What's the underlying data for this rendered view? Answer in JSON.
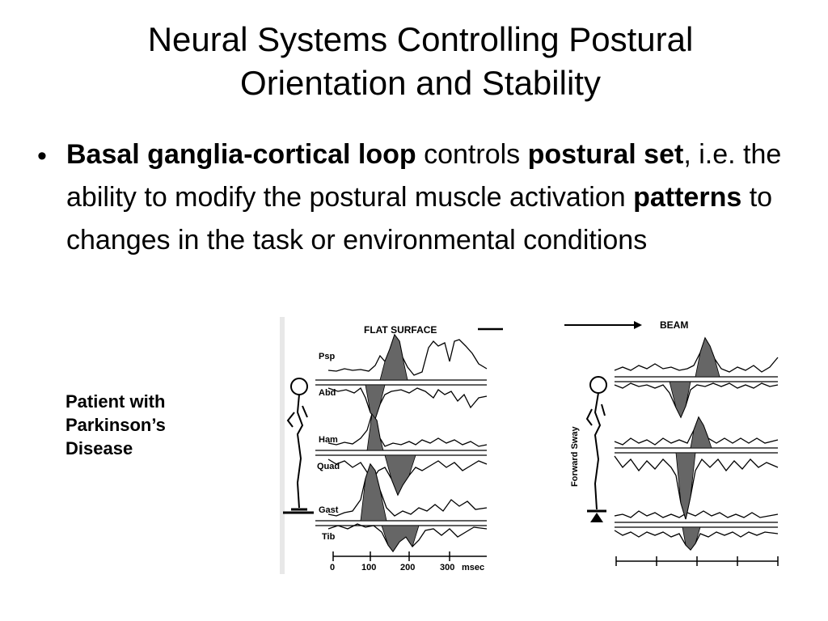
{
  "slide": {
    "title_lines": [
      "Neural Systems Controlling Postural",
      "Orientation and Stability"
    ],
    "bullet": {
      "t1": "Basal ganglia-cortical loop",
      "t2": " controls ",
      "t3": "postural set",
      "t4": ", i.e. the ability to modify the postural muscle activation ",
      "t5": "patterns",
      "t6": " to changes in the task or environmental conditions"
    },
    "caption_lines": [
      "Patient with",
      "Parkinson’s",
      "Disease"
    ]
  },
  "figure_left": {
    "header": "FLAT SURFACE",
    "muscles": [
      "Psp",
      "Abd",
      "Ham",
      "Quad",
      "Gast",
      "Tib"
    ],
    "axis_ticks": [
      "0",
      "100",
      "200",
      "300"
    ],
    "axis_unit": "msec"
  },
  "figure_right": {
    "header": "BEAM",
    "side_label": "Forward Sway"
  }
}
